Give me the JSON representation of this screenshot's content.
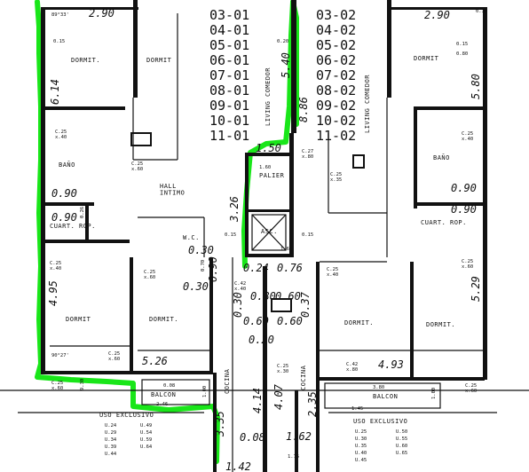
{
  "plan": {
    "units_left": [
      "03-01",
      "04-01",
      "05-01",
      "06-01",
      "07-01",
      "08-01",
      "09-01",
      "10-01",
      "11-01"
    ],
    "units_right": [
      "03-02",
      "04-02",
      "05-02",
      "06-02",
      "07-02",
      "08-02",
      "09-02",
      "10-02",
      "11-02"
    ],
    "rooms": {
      "dormit": "DORMIT",
      "dormit_dot": "DORMIT.",
      "bano": "BAÑO",
      "hall_intimo": "HALL\nINTIMO",
      "living_comedor": "LIVING COMEDOR",
      "cocina": "COCINA",
      "balcon": "BALCON",
      "palier": "PALIER",
      "asc": "ASC.",
      "wc": "W.C.",
      "cuart_rop": "CUART. ROP.",
      "uso_exclusivo": "USO EXCLUSIVO"
    },
    "dims": {
      "d290_left": "2.90",
      "d290_right": "2.90",
      "d614": "6.14",
      "d580": "5.80",
      "d540": "5.40",
      "d886": "8.86",
      "d150": "1.50",
      "d326": "3.26",
      "d090_a": "0.90",
      "d090_b": "0.90",
      "d090_c": "0.90",
      "d090_d": "0.90",
      "d030_a": "0.30",
      "d030_b": "0.30",
      "d030_c": "0.30",
      "d495": "4.95",
      "d529": "5.29",
      "d526": "5.26",
      "d493": "4.93",
      "d414": "4.14",
      "d407": "4.07",
      "d235": "2.35",
      "d335": "3.35",
      "d162": "1.62",
      "d008": "0.08",
      "d060_a": "0.60",
      "d060_b": "0.60",
      "d060_c": "0.60",
      "d060_d": "0.60",
      "d020": "0.20",
      "d037": "0.37",
      "d026": "0.26",
      "d024": "0.24",
      "d076": "0.76",
      "d015_a": "0.15",
      "d015_b": "0.15",
      "d080": "0.80",
      "d070": "0.70",
      "d160": "1.60",
      "d142": "1.42",
      "d175": "1.75",
      "d100_a": "1.00",
      "d100_b": "1.00",
      "d380": "3.80",
      "d246": "2.46",
      "d145": "1.45",
      "d930": "9.30",
      "d8933": "89°33'",
      "d9027": "90°27'"
    },
    "labels_small": {
      "c2540": "C.25\nx.40",
      "c2560": "C.25\nx.60",
      "c2780": "C.27\nx.80",
      "c2535": "C.25\nx.35",
      "c4240": "C.42\nx.40",
      "c2530": "C.25\nx.30",
      "c4280": "C.42\nx.80"
    },
    "uso_left": {
      "col1": [
        "U.24",
        "U.29",
        "U.34",
        "U.39",
        "U.44"
      ],
      "col2": [
        "U.49",
        "U.54",
        "U.59",
        "U.64"
      ]
    },
    "uso_right": {
      "col1": [
        "U.25",
        "U.30",
        "U.35",
        "U.40",
        "U.45"
      ],
      "col2": [
        "U.50",
        "U.55",
        "U.60",
        "U.65"
      ]
    }
  }
}
